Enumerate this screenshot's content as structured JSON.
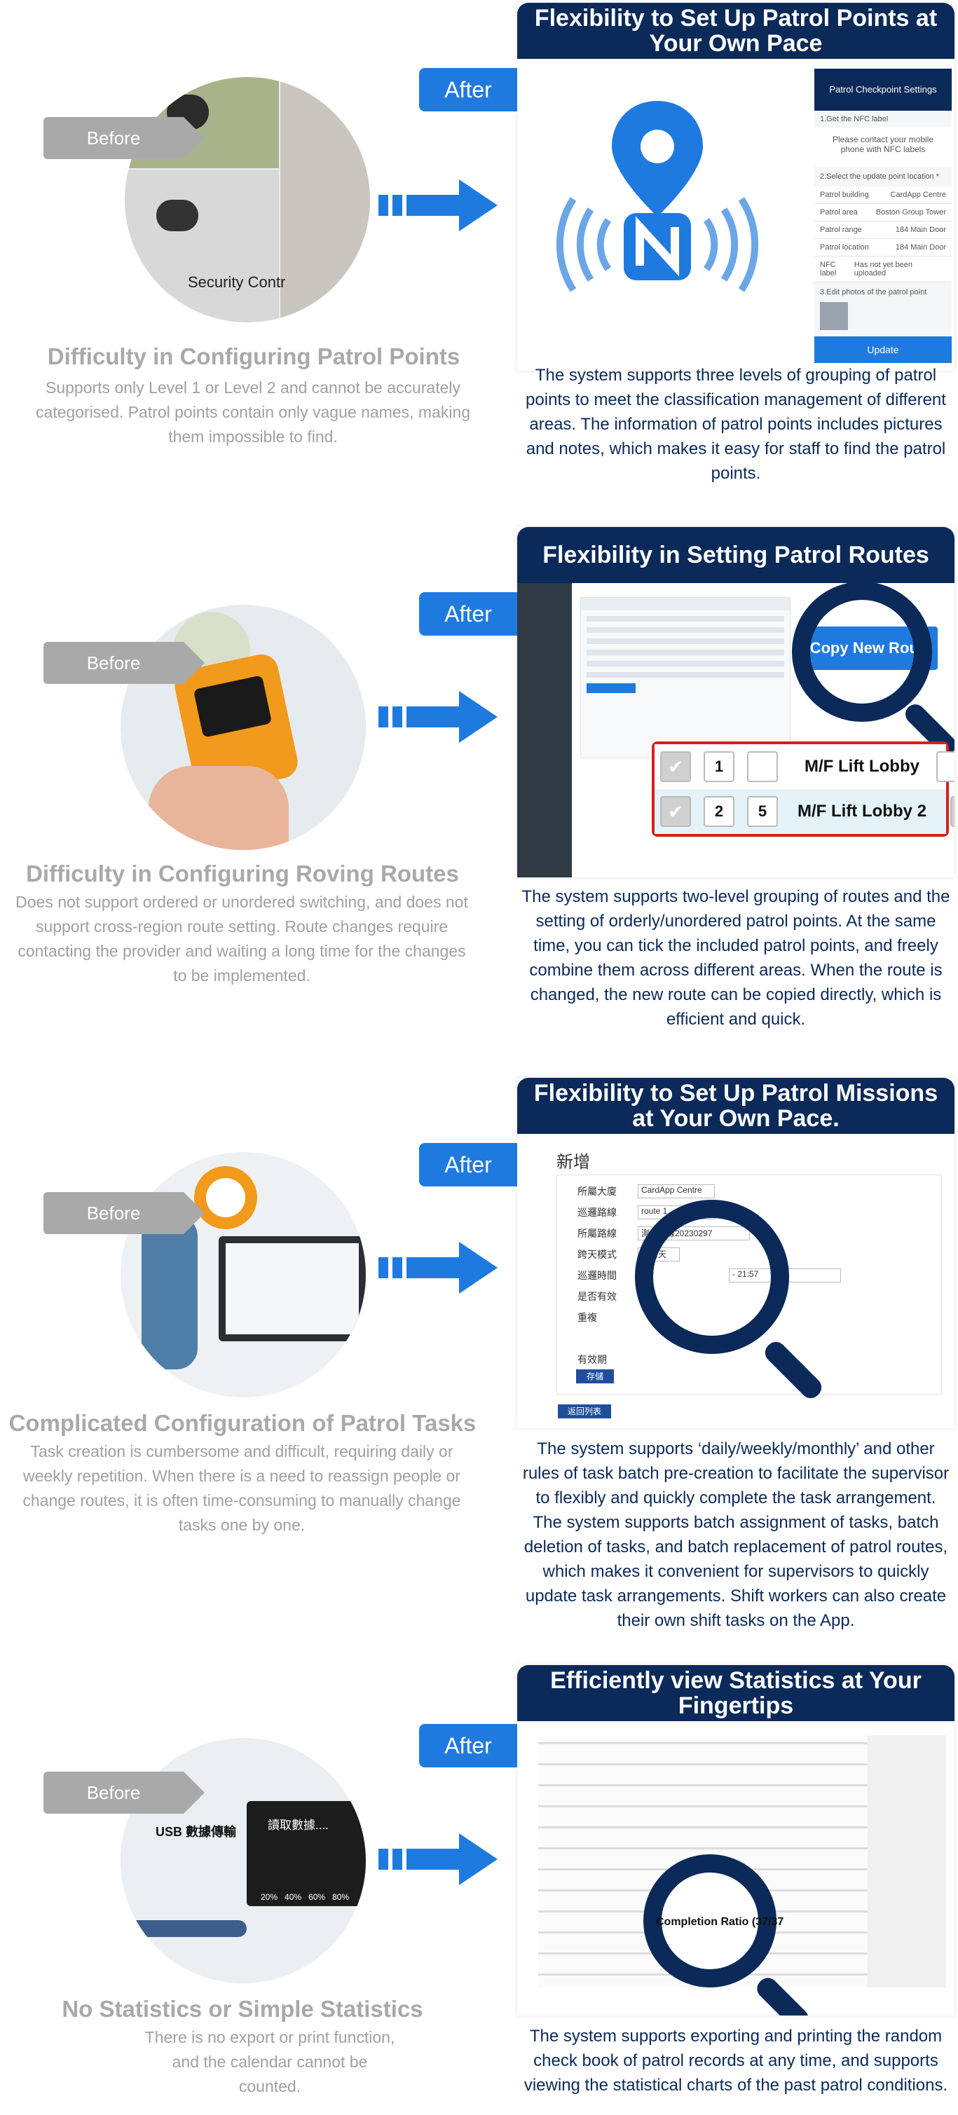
{
  "colors": {
    "navy": "#0b2a59",
    "blue": "#1f7ae0",
    "gray": "#a9a9a9"
  },
  "labels": {
    "before": "Before",
    "after": "After"
  },
  "sections": [
    {
      "title": "Flexibility to Set Up Patrol Points at Your Own Pace",
      "before_title": "Difficulty in Configuring Patrol Points",
      "before_desc": "Supports only Level 1 or Level 2 and cannot be accurately categorised. Patrol points contain only vague names, making them impossible to find.",
      "after_desc": "The system supports three levels of grouping of patrol points to meet the classification management of different areas. The information of patrol points includes pictures and notes, which makes it easy for staff to find the patrol points.",
      "photo_text": "Security Contr",
      "phone": {
        "header": "Patrol Checkpoint Settings",
        "step1": "1.Get the NFC label",
        "contact": "Please contact your mobile phone with NFC labels",
        "step2": "2.Select the update point location *",
        "rows": [
          {
            "label": "Patrol building",
            "value": "CardApp Centre"
          },
          {
            "label": "Patrol area",
            "value": "Boston Group Tower"
          },
          {
            "label": "Patrol range",
            "value": "184 Main Door"
          },
          {
            "label": "Patrol location",
            "value": "184 Main Door"
          },
          {
            "label": "NFC label",
            "value": "Has not yet been uploaded"
          }
        ],
        "step3": "3.Edit photos of the patrol point",
        "button": "Update"
      }
    },
    {
      "title": "Flexibility in Setting Patrol Routes",
      "before_title": "Difficulty in Configuring Roving Routes",
      "before_desc": "Does not support ordered or unordered switching, and does not support cross-region route setting. Route changes require contacting the provider and waiting a long time for the changes to be implemented.",
      "after_desc": "The system supports two-level grouping of routes and the setting of orderly/unordered patrol points. At the same time, you can tick the included patrol points, and freely combine them across different areas. When the route is changed, the new route can be copied directly, which is efficient and quick.",
      "copy_button": "Copy New Route",
      "route_rows": [
        {
          "seq": "1",
          "order": "",
          "name": "M/F Lift Lobby"
        },
        {
          "seq": "2",
          "order": "5",
          "name": "M/F Lift Lobby 2"
        }
      ]
    },
    {
      "title": "Flexibility to Set Up Patrol Missions at Your Own Pace.",
      "before_title": "Complicated Configuration of Patrol Tasks",
      "before_desc": "Task creation is cumbersome and difficult, requiring daily or weekly repetition. When there is a need to reassign people or change routes, it is often time-consuming to manually change tasks one by one.",
      "after_desc": "The system supports ‘daily/weekly/monthly’ and other rules of task batch pre-creation to facilitate the supervisor to flexibly and quickly complete the task arrangement. The system supports batch assignment of tasks, batch deletion of tasks, and batch replacement of patrol routes, which makes it convenient for supervisors to quickly update task arrangements. Shift workers can also create their own shift tasks on the App.",
      "form": {
        "heading": "新增",
        "rows": [
          {
            "label": "所屬大廈",
            "value": "CardApp Centre"
          },
          {
            "label": "巡邏路線",
            "value": "route 1"
          },
          {
            "label": "所屬路線",
            "value": "測試路線20230297"
          },
          {
            "label": "跨天模式",
            "value": "不跨天"
          },
          {
            "label": "巡邏時間",
            "value": "- 21:57"
          },
          {
            "label": "是否有效",
            "value": ""
          },
          {
            "label": "重複",
            "value": ""
          },
          {
            "label": "有效期",
            "value": ""
          }
        ],
        "save": "存儲",
        "back": "返回列表"
      }
    },
    {
      "title": "Efficiently view Statistics at Your Fingertips",
      "before_title": "No Statistics or Simple Statistics",
      "before_desc": "There is no export or print function, and the calendar cannot be counted.",
      "after_desc": "The system supports exporting and printing the random check book of patrol records at any time, and supports viewing the statistical charts of the past patrol conditions.",
      "usb_text": "USB 數據傳輸",
      "reading_text": "讀取數據....",
      "percents": [
        "20%",
        "40%",
        "60%",
        "80%"
      ],
      "completion": "Completion Ratio (37/37"
    }
  ]
}
